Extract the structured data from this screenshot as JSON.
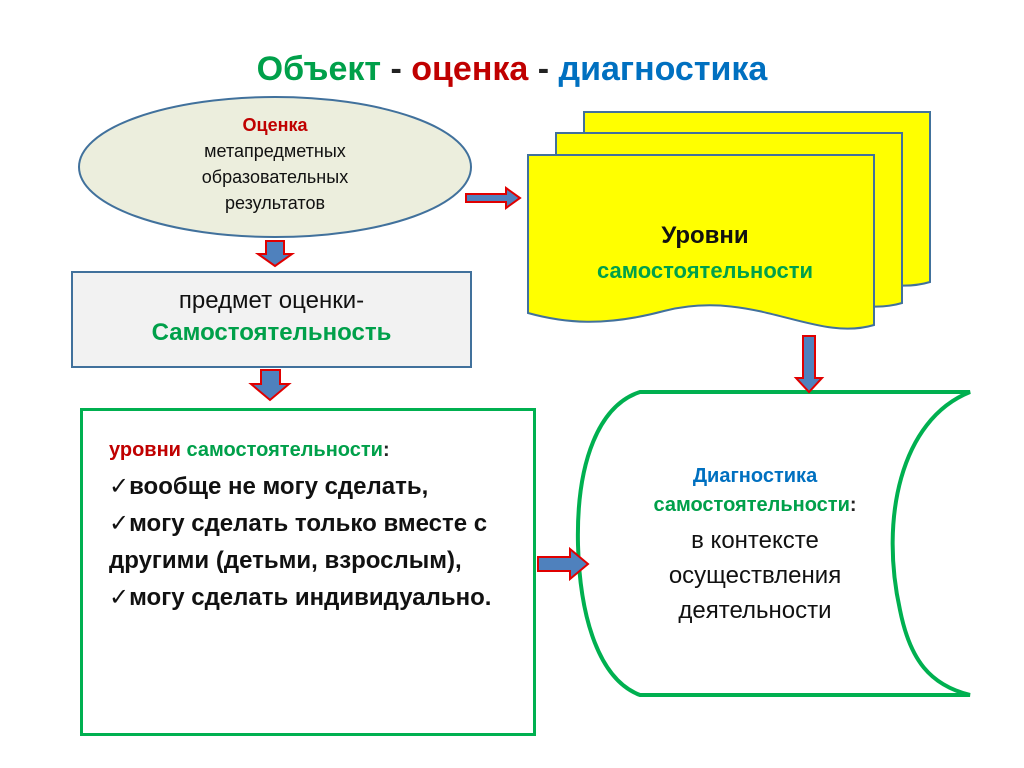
{
  "title": {
    "part1": "Объект",
    "sep1": " - ",
    "part2": "оценка",
    "sep2": " - ",
    "part3": "диагностика"
  },
  "ellipse": {
    "line1": "Оценка",
    "line2": "метапредметных",
    "line3": "образовательных",
    "line4": "результатов"
  },
  "subject_box": {
    "line1": "предмет оценки-",
    "line2": "Самостоятельность"
  },
  "levels_doc": {
    "line1": "Уровни",
    "line2": "самостоятельности"
  },
  "levels_list": {
    "head_red": "уровни",
    "head_green": " самостоятельности",
    "head_colon": ":",
    "items": [
      "вообще не могу сделать,",
      "могу сделать только вместе с другими (детьми, взрослым),",
      "могу сделать индивидуально."
    ],
    "check": "✓"
  },
  "diagnostics": {
    "line1": "Диагностика",
    "line2": "самостоятельности",
    "line2_colon": ":",
    "body_line1": "в контексте",
    "body_line2": "осуществления",
    "body_line3": "деятельности"
  },
  "colors": {
    "green": "#00a04a",
    "red": "#c00000",
    "blue": "#0070c0",
    "yellow": "#ffff00",
    "ellipse_fill": "#eceedd",
    "arrow_fill": "#4f81bd",
    "arrow_stroke": "#e00000"
  }
}
